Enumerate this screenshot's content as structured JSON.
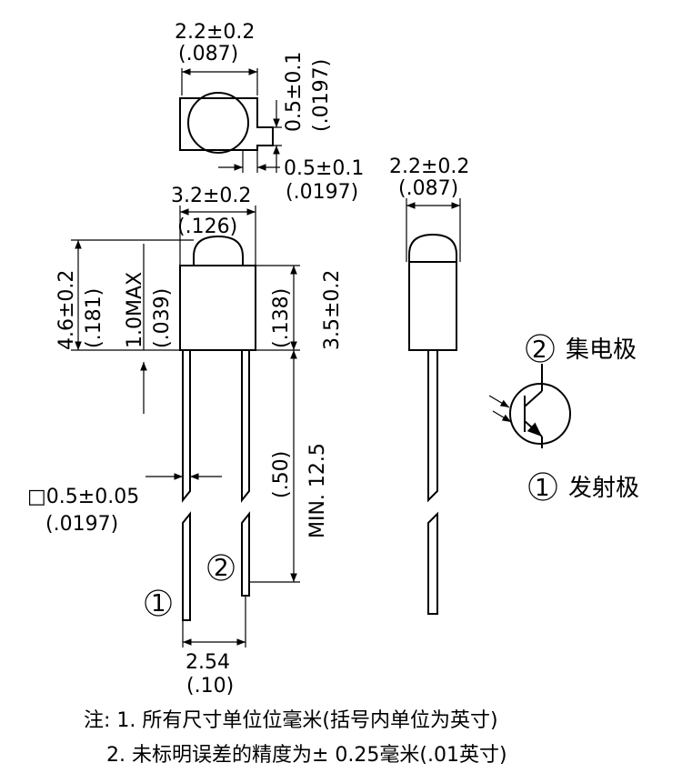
{
  "top_view": {
    "width_dim": "2.2±0.2",
    "width_dim_in": "(.087)",
    "height_dim": "0.5±0.1",
    "height_dim_in": "(.0197)",
    "flat_dim": "0.5±0.1",
    "flat_dim_in": "(.0197)"
  },
  "front_view": {
    "body_width": "3.2±0.2",
    "body_width_in": "(.126)",
    "total_height": "4.6±0.2",
    "total_height_in": "(.181)",
    "flange": "1.0MAX",
    "flange_in": "(.039)",
    "body_height": "3.5±0.2",
    "body_height_in": "(.138)",
    "lead_length": "MIN. 12.5",
    "lead_length_in": "(.50)",
    "lead_size": "□0.5±0.05",
    "lead_size_in": "(.0197)",
    "pitch": "2.54",
    "pitch_in": "(.10)",
    "pin1": "1",
    "pin2": "2"
  },
  "side_view": {
    "width_dim": "2.2±0.2",
    "width_dim_in": "(.087)"
  },
  "symbol": {
    "pin2_num": "2",
    "pin2_label": "集电极",
    "pin1_num": "1",
    "pin1_label": "发射极"
  },
  "notes": {
    "line1": "注: 1. 所有尺寸单位位毫米(括号内单位为英寸)",
    "line2": "2. 未标明误差的精度为± 0.25毫米(.01英寸)"
  }
}
